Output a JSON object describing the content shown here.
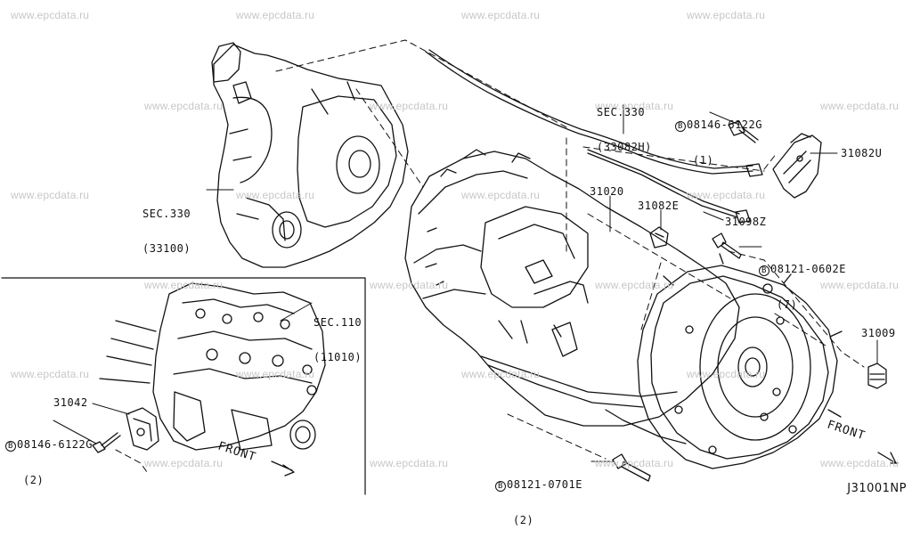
{
  "watermark": "www.epcdata.ru",
  "diagram_id": "J31001NP",
  "front_label": "FRONT",
  "labels": {
    "sec330_33082h": {
      "line1": "SEC.330",
      "line2": "(33082H)"
    },
    "sec330_33100": {
      "line1": "SEC.330",
      "line2": "(33100)"
    },
    "sec110_11010": {
      "line1": "SEC.110",
      "line2": "(11010)"
    },
    "bolt_08146_top": {
      "marker": "B",
      "part": "08146-6122G",
      "qty": "(1)"
    },
    "bolt_08121_0602e": {
      "marker": "B",
      "part": "08121-0602E",
      "qty": "(7)"
    },
    "bolt_08146_left": {
      "marker": "B",
      "part": "08146-6122G",
      "qty": "(2)"
    },
    "bolt_08121_0701e": {
      "marker": "B",
      "part": "08121-0701E",
      "qty": "(2)"
    },
    "p31082u": "31082U",
    "p31020": "31020",
    "p31082e": "31082E",
    "p31098z": "31098Z",
    "p31009": "31009",
    "p31042": "31042"
  }
}
